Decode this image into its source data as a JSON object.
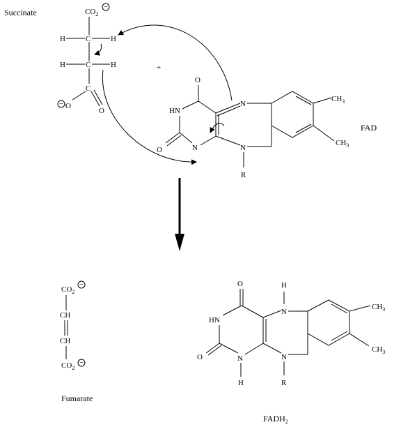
{
  "labels": {
    "succinate": "Succinate",
    "fad": "FAD",
    "fumarate": "Fumarate",
    "fadh2_main": "FADH",
    "fadh2_sub": "2",
    "plus": "+",
    "co2": "CO",
    "co2_sub": "2",
    "h": "H",
    "c": "C",
    "o": "O",
    "ch": "CH",
    "hn": "HN",
    "n": "N",
    "r": "R",
    "ch3": "CH",
    "ch3_sub": "3",
    "minus": "−"
  }
}
